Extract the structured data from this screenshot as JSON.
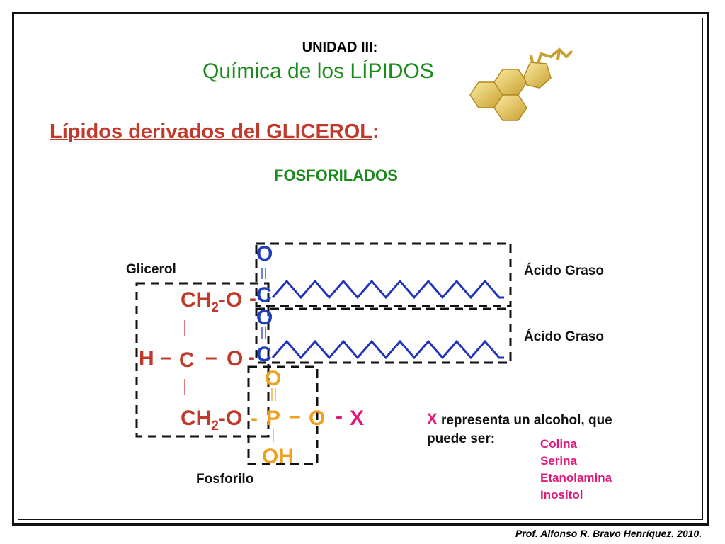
{
  "header": {
    "unit": "UNIDAD III:",
    "title": "Química de los LÍPIDOS"
  },
  "section": {
    "title": "Lípidos derivados del GLICEROL",
    "colon": ":"
  },
  "subtitle": "FOSFORILADOS",
  "labels": {
    "glicerol": "Glicerol",
    "acido_graso_1": "Ácido Graso",
    "acido_graso_2": "Ácido Graso",
    "fosforilo": "Fosforilo"
  },
  "formula": {
    "ch2_top": "CH",
    "ch2_top_sub": "2",
    "o_link1": "-O",
    "dash1": "-",
    "c1": "C",
    "o_carbonyl1": "O",
    "h": "H",
    "dash_h": "–",
    "c_mid": "C",
    "dash_mid": "–",
    "o_mid": "O",
    "dash2": "-",
    "c2": "C",
    "o_carbonyl2": "O",
    "ch2_bottom": "CH",
    "ch2_bottom_sub": "2",
    "o_link3": "-O",
    "dash3": "-",
    "p": "P",
    "dash_p": "–",
    "o_p": "O",
    "dash_x": "-",
    "x": "X",
    "o_phosphoryl": "O",
    "oh": "OH"
  },
  "explanation": {
    "x_symbol": "X",
    "text_line1": " representa un alcohol, que",
    "text_line2": "puede ser:"
  },
  "alcohols": [
    "Colina",
    "Serina",
    "Etanolamina",
    "Inositol"
  ],
  "footer": "Prof. Alfonso R. Bravo Henríquez. 2010.",
  "colors": {
    "green": "#1a8a1a",
    "red": "#c0392b",
    "blue": "#1f3fbf",
    "orange": "#f0a020",
    "magenta": "#e0187a",
    "steroid": "#e8c860"
  },
  "icons": {
    "logo": "steroid-molecule-icon"
  }
}
